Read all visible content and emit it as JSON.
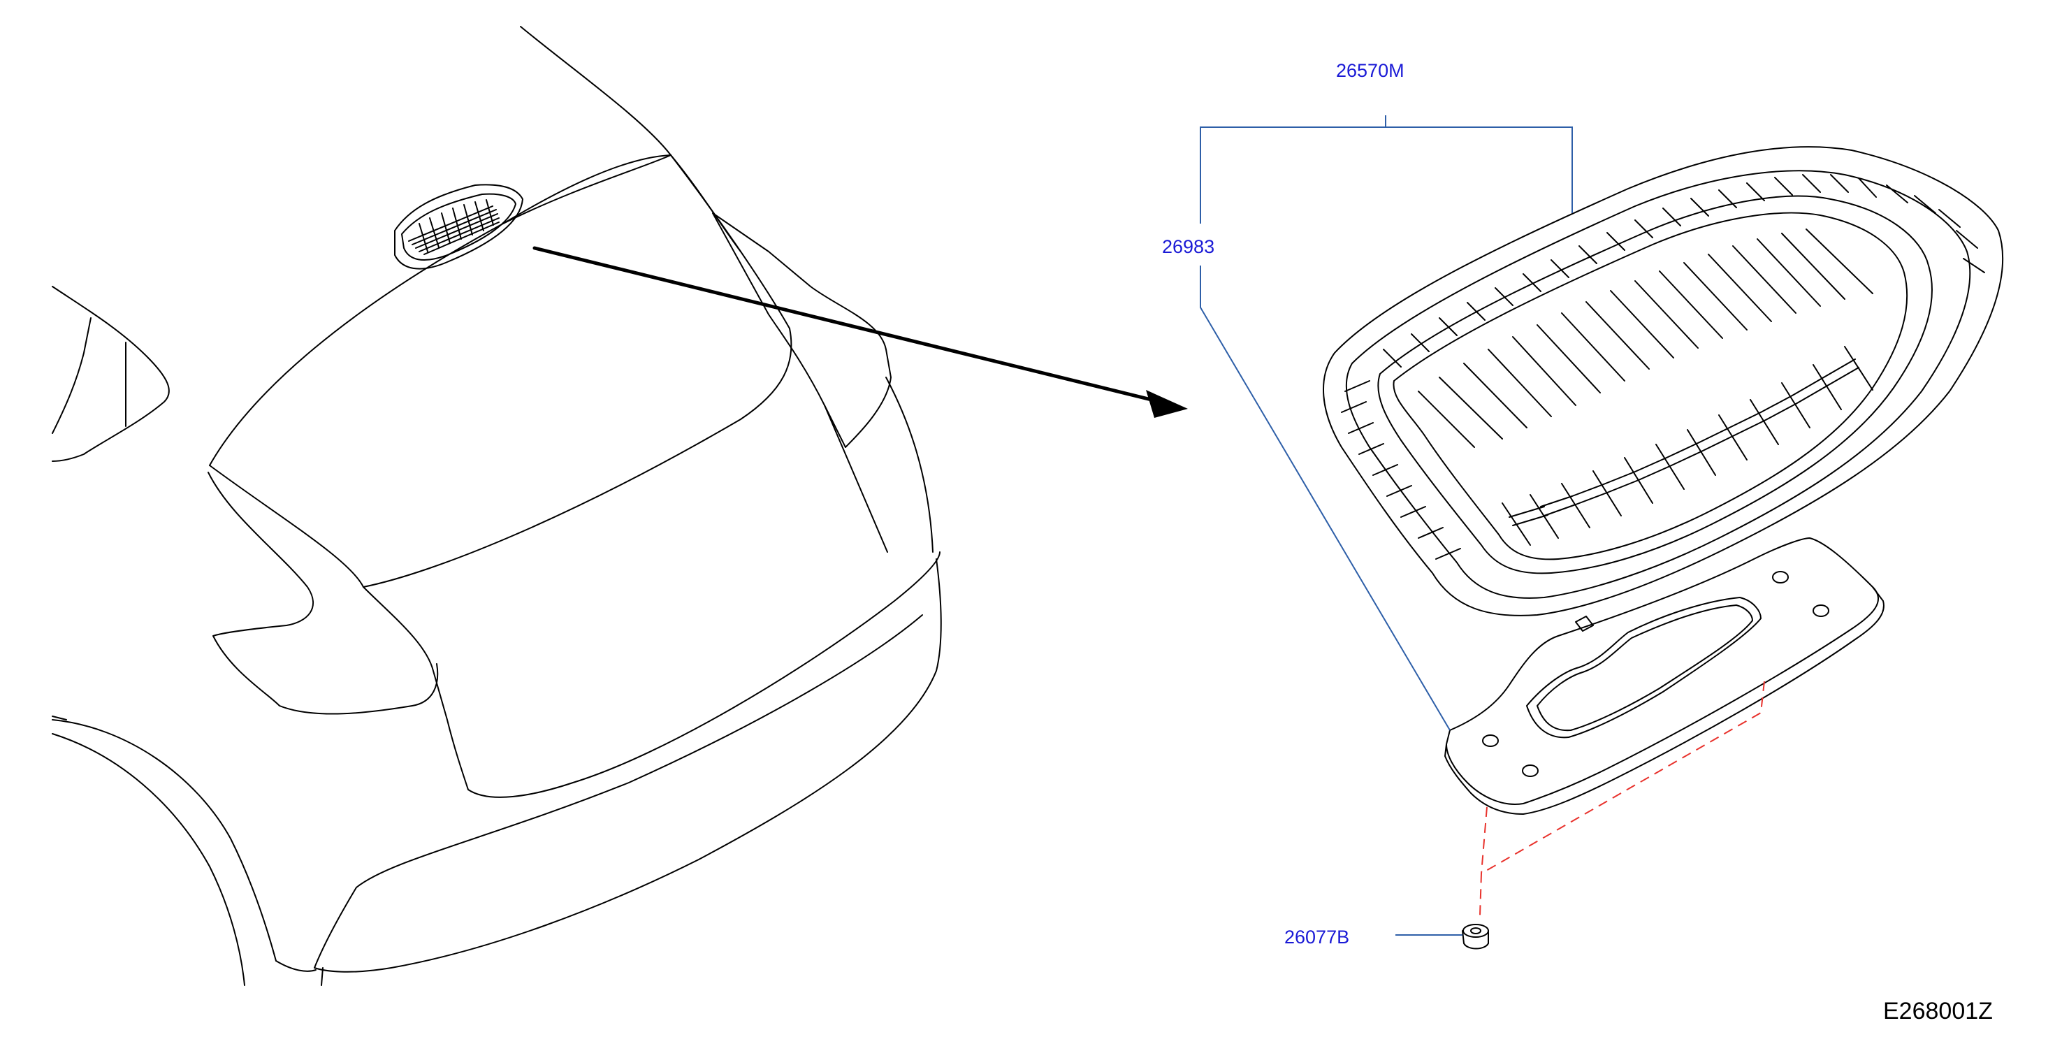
{
  "colors": {
    "line_art": "#000000",
    "callout_text": "#1a1ad6",
    "leader_line": "#2e5fa8",
    "fastener_dash": "#e8322c",
    "background": "#ffffff"
  },
  "callouts": {
    "assembly": "26570M",
    "gasket": "26983",
    "nut": "26077B"
  },
  "reference_code": "E268001Z"
}
